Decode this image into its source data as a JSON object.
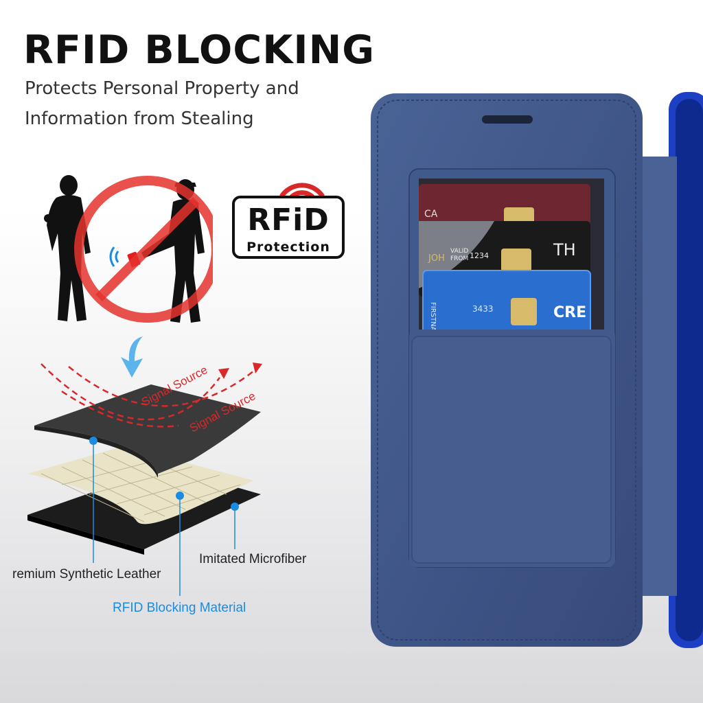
{
  "headline": "RFID BLOCKING",
  "subheadline": {
    "line1": "Protects Personal Property and",
    "line2": "Information from Stealing"
  },
  "badge": {
    "title": "RFiD",
    "subtitle": "Protection"
  },
  "diagram": {
    "signal_labels": [
      "Signal Source",
      "Signal Source"
    ],
    "layers": {
      "top": "remium Synthetic Leather",
      "middle": "RFID Blocking Material",
      "bottom": "Imitated Microfiber"
    }
  },
  "cards": {
    "back_card": "CA",
    "middle_card": {
      "valid": "VALID",
      "from": "FROM",
      "number": "1234",
      "name": "JOH",
      "brand": "TH"
    },
    "front_card": {
      "number": "3433",
      "name": "FIRSTNA",
      "brand": "CRE"
    }
  },
  "colors": {
    "accent_red": "#d9282a",
    "case_blue": "#3e5686",
    "blocking_blue": "#1a8be0"
  }
}
